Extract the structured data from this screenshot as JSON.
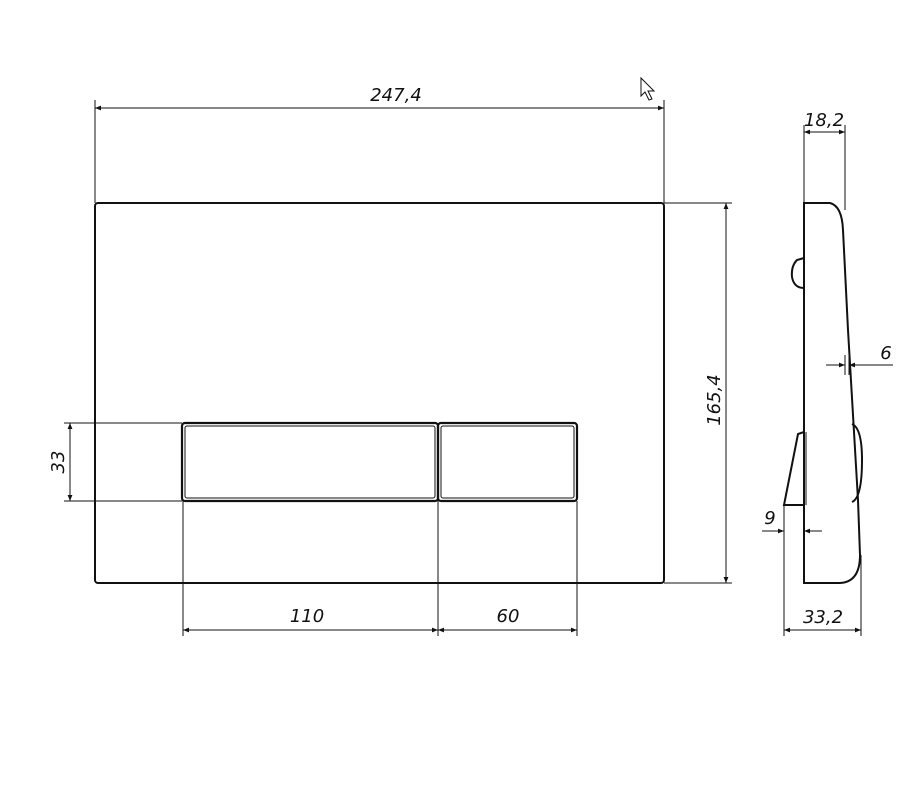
{
  "drawing": {
    "front_view": {
      "overall_width": "247,4",
      "overall_height": "165,4",
      "button_height": "33",
      "large_button_width": "110",
      "small_button_width": "60"
    },
    "side_view": {
      "panel_depth": "18,2",
      "offset": "6",
      "protrusion": "9",
      "total_depth": "33,2"
    },
    "cursor_icon": "mouse-pointer-icon",
    "line_color": "#111111"
  }
}
